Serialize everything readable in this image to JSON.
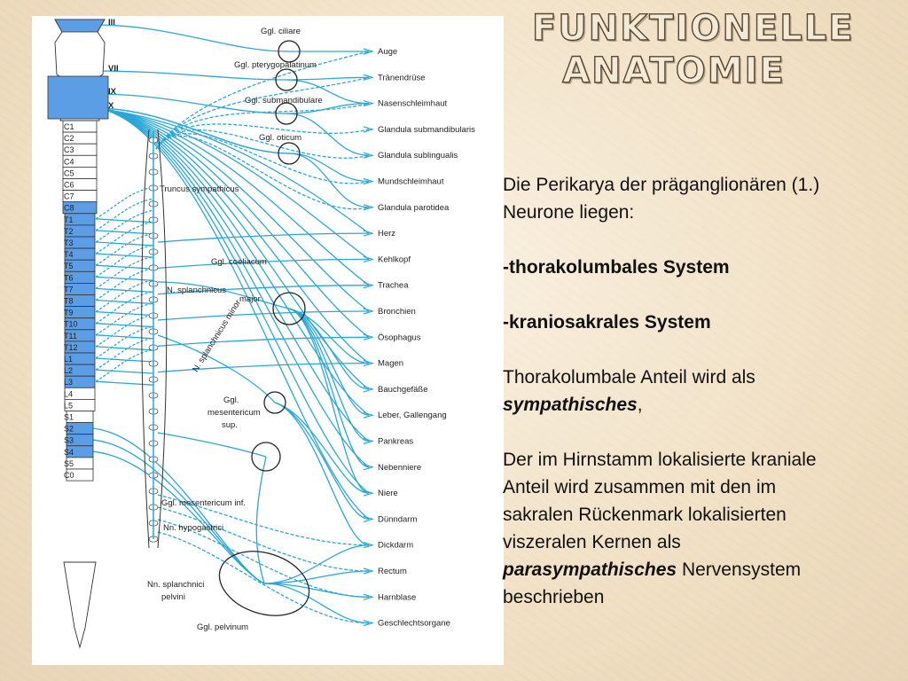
{
  "title": {
    "line1": "FUNKTIONELLE",
    "line2": "ANATOMIE"
  },
  "text": {
    "intro_line1": "Die Perikarya der präganglionären (1.)",
    "intro_line2": "Neurone liegen:",
    "item1": "-thorakolumbales System",
    "item2": "-kraniosakrales System",
    "p3_line1": "Thorakolumbale Anteil wird als",
    "p3_em": "sympathisches",
    "p3_comma": ",",
    "p4_line1": "Der im Hirnstamm lokalisierte kraniale",
    "p4_line2": "Anteil wird zusammen mit den im",
    "p4_line3": "sakralen Rückenmark lokalisierten",
    "p4_line4": "viszeralen Kernen als",
    "p4_em": "parasympathisches",
    "p4_after": " Nervensystem",
    "p4_line6": "beschrieben"
  },
  "colors": {
    "nerve": "#2aa7d8",
    "segment_fill": "#5b9ee6",
    "text": "#111111",
    "title_fill": "#f4ead8",
    "title_outline": "#5a4631"
  },
  "diagram": {
    "cranial_nerves": [
      "III",
      "VII",
      "IX",
      "X"
    ],
    "segments": [
      "C1",
      "C2",
      "C3",
      "C4",
      "C5",
      "C6",
      "C7",
      "C8",
      "T1",
      "T2",
      "T3",
      "T4",
      "T5",
      "T6",
      "T7",
      "T8",
      "T9",
      "T10",
      "T11",
      "T12",
      "L1",
      "L2",
      "L3",
      "L4",
      "L5",
      "S1",
      "S2",
      "S3",
      "S4",
      "S5",
      "C0"
    ],
    "organs": [
      "Auge",
      "Tränendrüse",
      "Nasenschleimhaut",
      "Glandula submandibularis",
      "Glandula sublingualis",
      "Mundschleimhaut",
      "Glandula parotidea",
      "Herz",
      "Kehlkopf",
      "Trachea",
      "Bronchien",
      "Ösophagus",
      "Magen",
      "Bauchgefäße",
      "Leber, Gallengang",
      "Pankreas",
      "Nebenniere",
      "Niere",
      "Dünndarm",
      "Dickdarm",
      "Rectum",
      "Harnblase",
      "Geschlechtsorgane"
    ],
    "ganglia": {
      "ciliare": "Ggl. ciliare",
      "pterygopalatinum": "Ggl. pterygopalatinum",
      "submandibulare": "Ggl. submandibulare",
      "oticum": "Ggl. oticum",
      "coeliacum": "Ggl. coeliacum",
      "mes_sup_1": "Ggl.",
      "mes_sup_2": "mesentericum",
      "mes_sup_3": "sup.",
      "mes_inf": "Ggl. mesentericum inf.",
      "pelvinum": "Ggl. pelvinum"
    },
    "labels": {
      "truncus": "Truncus sympathicus",
      "spl_major_1": "N. splanchnicus",
      "spl_major_2": "major",
      "spl_minor": "N. splanchnicus minor",
      "hypogastrici": "Nn. hypogastrici",
      "pelvini_1": "Nn. splanchnici",
      "pelvini_2": "pelvini"
    }
  }
}
